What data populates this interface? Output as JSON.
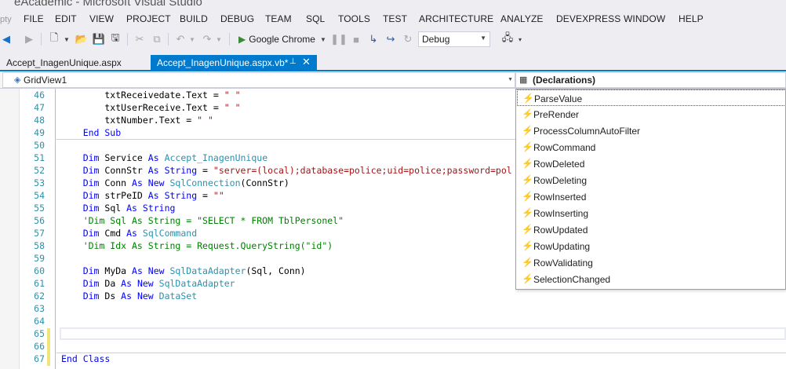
{
  "window": {
    "title": "eAcademic - Microsoft Visual Studio",
    "left_fragment": "pty"
  },
  "menu": [
    "FILE",
    "EDIT",
    "VIEW",
    "PROJECT",
    "BUILD",
    "DEBUG",
    "TEAM",
    "SQL",
    "TOOLS",
    "TEST",
    "ARCHITECTURE",
    "ANALYZE",
    "DEVEXPRESS",
    "WINDOW",
    "HELP"
  ],
  "toolbar": {
    "run_target": "Google Chrome",
    "configuration": "Debug"
  },
  "tabs": [
    {
      "label": "Accept_InagenUnique.aspx",
      "active": false
    },
    {
      "label": "Accept_InagenUnique.aspx.vb*",
      "active": true
    }
  ],
  "navbar": {
    "object": "GridView1",
    "member": "(Declarations)"
  },
  "code": [
    {
      "n": "46",
      "t": [
        [
          "pl",
          "        txtReceivedate.Text = "
        ],
        [
          "str",
          "\" \""
        ]
      ]
    },
    {
      "n": "47",
      "t": [
        [
          "pl",
          "        txtUserReceive.Text = "
        ],
        [
          "str",
          "\" \""
        ]
      ]
    },
    {
      "n": "48",
      "t": [
        [
          "pl",
          "        txtNumber.Text = "
        ],
        [
          "str",
          "\" \""
        ]
      ]
    },
    {
      "n": "49",
      "t": [
        [
          "kw",
          "    End Sub"
        ]
      ]
    },
    {
      "n": "50",
      "t": []
    },
    {
      "n": "51",
      "t": [
        [
          "kw",
          "    Dim"
        ],
        [
          "pl",
          " Service "
        ],
        [
          "kw",
          "As"
        ],
        [
          "pl",
          " "
        ],
        [
          "ty",
          "Accept_InagenUnique"
        ]
      ]
    },
    {
      "n": "52",
      "t": [
        [
          "kw",
          "    Dim"
        ],
        [
          "pl",
          " ConnStr "
        ],
        [
          "kw",
          "As"
        ],
        [
          "pl",
          " "
        ],
        [
          "kw",
          "String"
        ],
        [
          "pl",
          " = "
        ],
        [
          "str",
          "\"server=(local);database=police;uid=police;password=pol"
        ]
      ]
    },
    {
      "n": "53",
      "t": [
        [
          "kw",
          "    Dim"
        ],
        [
          "pl",
          " Conn "
        ],
        [
          "kw",
          "As New"
        ],
        [
          "pl",
          " "
        ],
        [
          "ty",
          "SqlConnection"
        ],
        [
          "pl",
          "(ConnStr)"
        ]
      ]
    },
    {
      "n": "54",
      "t": [
        [
          "kw",
          "    Dim"
        ],
        [
          "pl",
          " strPeID "
        ],
        [
          "kw",
          "As"
        ],
        [
          "pl",
          " "
        ],
        [
          "kw",
          "String"
        ],
        [
          "pl",
          " = "
        ],
        [
          "str",
          "\"\""
        ]
      ]
    },
    {
      "n": "55",
      "t": [
        [
          "kw",
          "    Dim"
        ],
        [
          "pl",
          " Sql "
        ],
        [
          "kw",
          "As"
        ],
        [
          "pl",
          " "
        ],
        [
          "kw",
          "String"
        ]
      ]
    },
    {
      "n": "56",
      "t": [
        [
          "cm",
          "    'Dim Sql As String = \"SELECT * FROM TblPersonel\""
        ]
      ]
    },
    {
      "n": "57",
      "t": [
        [
          "kw",
          "    Dim"
        ],
        [
          "pl",
          " Cmd "
        ],
        [
          "kw",
          "As"
        ],
        [
          "pl",
          " "
        ],
        [
          "ty",
          "SqlCommand"
        ]
      ]
    },
    {
      "n": "58",
      "t": [
        [
          "cm",
          "    'Dim Idx As String = Request.QueryString(\"id\")"
        ]
      ]
    },
    {
      "n": "59",
      "t": []
    },
    {
      "n": "60",
      "t": [
        [
          "kw",
          "    Dim"
        ],
        [
          "pl",
          " MyDa "
        ],
        [
          "kw",
          "As New"
        ],
        [
          "pl",
          " "
        ],
        [
          "ty",
          "SqlDataAdapter"
        ],
        [
          "pl",
          "(Sql, Conn)"
        ]
      ]
    },
    {
      "n": "61",
      "t": [
        [
          "kw",
          "    Dim"
        ],
        [
          "pl",
          " Da "
        ],
        [
          "kw",
          "As New"
        ],
        [
          "pl",
          " "
        ],
        [
          "ty",
          "SqlDataAdapter"
        ]
      ]
    },
    {
      "n": "62",
      "t": [
        [
          "kw",
          "    Dim"
        ],
        [
          "pl",
          " Ds "
        ],
        [
          "kw",
          "As New"
        ],
        [
          "pl",
          " "
        ],
        [
          "ty",
          "DataSet"
        ]
      ]
    },
    {
      "n": "63",
      "t": []
    },
    {
      "n": "64",
      "t": []
    },
    {
      "n": "65",
      "t": []
    },
    {
      "n": "66",
      "t": []
    },
    {
      "n": "67",
      "t": [
        [
          "kw",
          "End Class"
        ]
      ]
    }
  ],
  "member_list": [
    "ParseValue",
    "PreRender",
    "ProcessColumnAutoFilter",
    "RowCommand",
    "RowDeleted",
    "RowDeleting",
    "RowInserted",
    "RowInserting",
    "RowUpdated",
    "RowUpdating",
    "RowValidating",
    "SelectionChanged"
  ],
  "colors": {
    "accent": "#007ACC",
    "keyword": "#0000FF",
    "type": "#2B91AF",
    "string": "#A31515",
    "comment": "#008000"
  }
}
